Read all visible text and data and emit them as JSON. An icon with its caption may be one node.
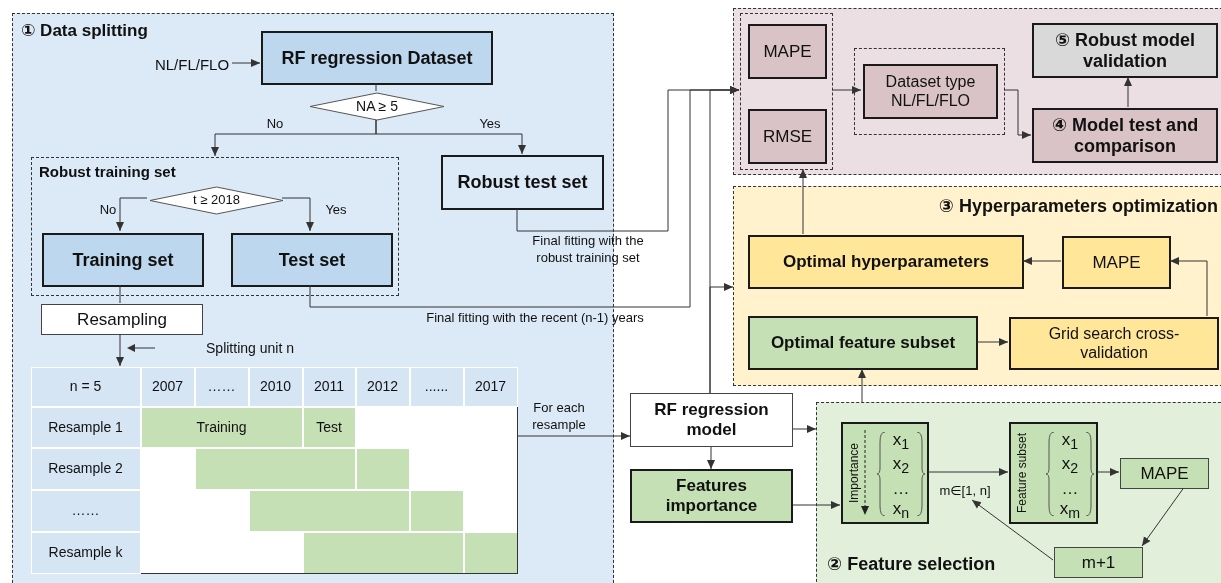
{
  "diagram": {
    "nodes": [
      {
        "text": [
          "① Data splitting"
        ]
      },
      {
        "text": [
          "NL/FL/FLO"
        ],
        "in": 0
      },
      {
        "text": [
          "RF regression Dataset"
        ],
        "in": 0
      },
      {
        "text": [
          "NA ≥ 5"
        ],
        "in": 0
      },
      {
        "text": [
          "Robust training set"
        ],
        "in": 0
      },
      {
        "text": [
          "t ≥ 2018"
        ],
        "in": 4
      },
      {
        "text": [
          "Training set"
        ],
        "in": 4
      },
      {
        "text": [
          "Test set"
        ],
        "in": 4
      },
      {
        "text": [
          "Robust test set"
        ],
        "in": 0
      },
      {
        "text": [
          "Resampling"
        ],
        "in": 0
      },
      {
        "text": [],
        "shape": "table",
        "in": 0
      },
      {
        "text": [],
        "shape": "box"
      },
      {
        "text": [],
        "shape": "box",
        "in": 11
      },
      {
        "text": [
          "MAPE"
        ],
        "in": 12
      },
      {
        "text": [
          "RMSE"
        ],
        "in": 12
      },
      {
        "text": [],
        "shape": "box",
        "in": 11
      },
      {
        "text": [
          "Dataset type NL/FL/FLO"
        ],
        "in": 15
      },
      {
        "text": [
          "⑤ Robust model validation"
        ],
        "in": 11
      },
      {
        "text": [
          "④ Model test and comparison"
        ],
        "in": 11
      },
      {
        "text": [
          "③ Hyperparameters optimization"
        ]
      },
      {
        "text": [
          "Optimal hyperparameters"
        ],
        "in": 19
      },
      {
        "text": [
          "MAPE"
        ],
        "in": 19
      },
      {
        "text": [
          "Optimal feature subset"
        ],
        "in": 19
      },
      {
        "text": [
          "Grid search cross-validation"
        ],
        "in": 19
      },
      {
        "text": [
          "RF regression model"
        ]
      },
      {
        "text": [
          "Features importance"
        ]
      },
      {
        "text": [
          "② Feature selection"
        ]
      },
      {
        "text": [
          "Importance",
          "x$_{1}$ x$_{2}$ … x$_{n}$"
        ],
        "in": 26
      },
      {
        "text": [
          "Feature subset",
          "x$_{1}$ x$_{2}$ … x$_{m}$"
        ],
        "in": 26
      },
      {
        "text": [
          "MAPE"
        ],
        "in": 26
      },
      {
        "text": [
          "m+1"
        ],
        "in": 26
      }
    ],
    "edges": [
      {
        "from": 1,
        "to": 2,
        "arrow": "to"
      },
      {
        "from": 2,
        "to": 3,
        "arrow": "none"
      },
      {
        "from": 3,
        "to": 4,
        "arrow": "to",
        "label": "No"
      },
      {
        "from": 3,
        "to": 8,
        "arrow": "to",
        "label": "Yes"
      },
      {
        "from": 5,
        "to": 6,
        "arrow": "to",
        "label": "No"
      },
      {
        "from": 5,
        "to": 7,
        "arrow": "to",
        "label": "Yes"
      },
      {
        "from": 6,
        "to": 9,
        "arrow": "none"
      },
      {
        "from": 9,
        "to": 10,
        "arrow": "to"
      },
      {
        "from": 8,
        "to": 12,
        "arrow": "to",
        "label": "Final fitting with the robust training set"
      },
      {
        "from": 7,
        "to": 12,
        "arrow": "to",
        "label": "Final fitting with the recent (n-1) years"
      },
      {
        "from": 10,
        "to": 24,
        "arrow": "to",
        "label": "For each resample"
      },
      {
        "from": 24,
        "to": 12,
        "arrow": "to"
      },
      {
        "from": 24,
        "to": 19,
        "arrow": "to"
      },
      {
        "from": 12,
        "to": 16,
        "arrow": "to"
      },
      {
        "from": 15,
        "to": 18,
        "arrow": "to"
      },
      {
        "from": 18,
        "to": 17,
        "arrow": "to"
      },
      {
        "from": 20,
        "to": 12,
        "arrow": "to"
      },
      {
        "from": 21,
        "to": 20,
        "arrow": "to"
      },
      {
        "from": 23,
        "to": 21,
        "arrow": "to"
      },
      {
        "from": 22,
        "to": 23,
        "arrow": "to"
      },
      {
        "from": 26,
        "to": 22,
        "arrow": "to"
      },
      {
        "from": 24,
        "to": 26,
        "arrow": "to"
      },
      {
        "from": 24,
        "to": 25,
        "arrow": "to"
      },
      {
        "from": 25,
        "to": 27,
        "arrow": "to"
      },
      {
        "from": 27,
        "to": 28,
        "arrow": "to",
        "label": "m∈[1, n]"
      },
      {
        "from": 28,
        "to": 29,
        "arrow": "to"
      },
      {
        "from": 29,
        "to": 30,
        "arrow": "to"
      },
      {
        "from": 30,
        "to": null,
        "arrow": "to"
      }
    ],
    "labels": [
      "Splitting unit n",
      "n = 5",
      "2007",
      "……",
      "2010",
      "2011",
      "2012",
      "......",
      "2017",
      "Resample 1",
      "Training",
      "Test",
      "Resample 2",
      "……",
      "Resample k"
    ]
  }
}
